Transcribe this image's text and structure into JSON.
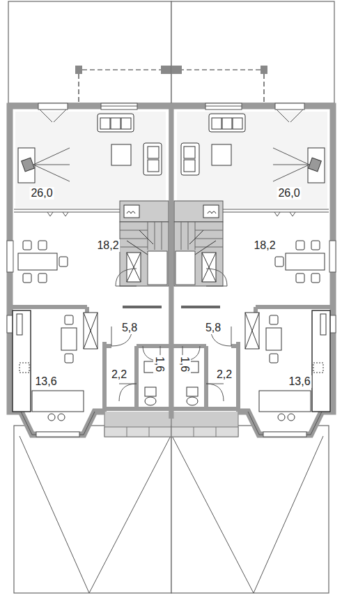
{
  "diagram": {
    "labels": [
      "26,0",
      "26,0",
      "18,2",
      "18,2",
      "5,8",
      "5,8",
      "2,2",
      "1,6",
      "1,6",
      "2,2",
      "13,6",
      "13,6"
    ]
  }
}
